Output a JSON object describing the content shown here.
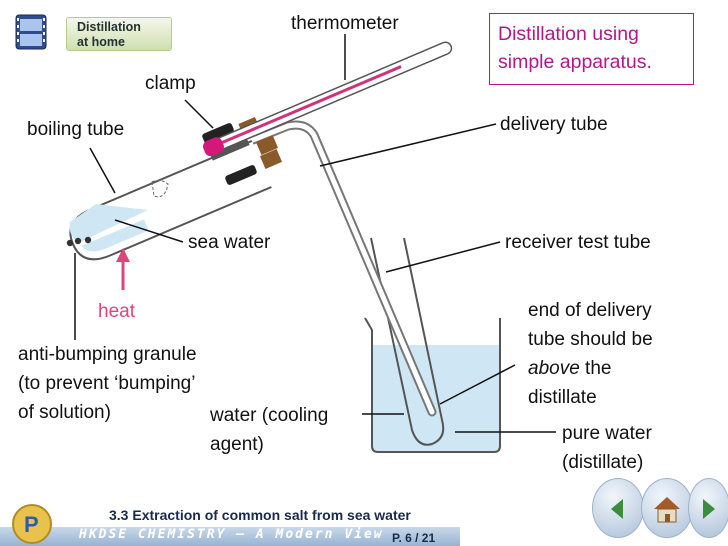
{
  "header": {
    "chip_line1": "Distillation",
    "chip_line2": "at home",
    "title_line1": "Distillation using",
    "title_line2": "simple apparatus."
  },
  "labels": {
    "thermometer": "thermometer",
    "clamp": "clamp",
    "boiling_tube": "boiling tube",
    "delivery_tube": "delivery tube",
    "sea_water": "sea water",
    "receiver_test_tube": "receiver test tube",
    "heat": "heat",
    "anti_bumping_1": "anti-bumping granule",
    "anti_bumping_2": "(to prevent ‘bumping’",
    "anti_bumping_3": "of solution)",
    "end_delivery_1": "end of delivery",
    "end_delivery_2": "tube should be",
    "end_delivery_3_italic": "above",
    "end_delivery_3_rest": " the",
    "end_delivery_4": "distillate",
    "water_cooling_1": "water (cooling",
    "water_cooling_2": "agent)",
    "pure_water_1": "pure water",
    "pure_water_2": "(distillate)"
  },
  "footer": {
    "section": "3.3 Extraction of common salt from sea water",
    "banner": "HKDSE CHEMISTRY — A Modern View",
    "page": "P. 6 / 21"
  },
  "colors": {
    "accent_magenta": "#b5178a",
    "heat_pink": "#e0457a",
    "water_blue": "#cfe7f5"
  },
  "icons": [
    "film-icon",
    "logo-icon",
    "home-icon",
    "prev-icon",
    "next-icon",
    "heat-arrow-icon"
  ]
}
